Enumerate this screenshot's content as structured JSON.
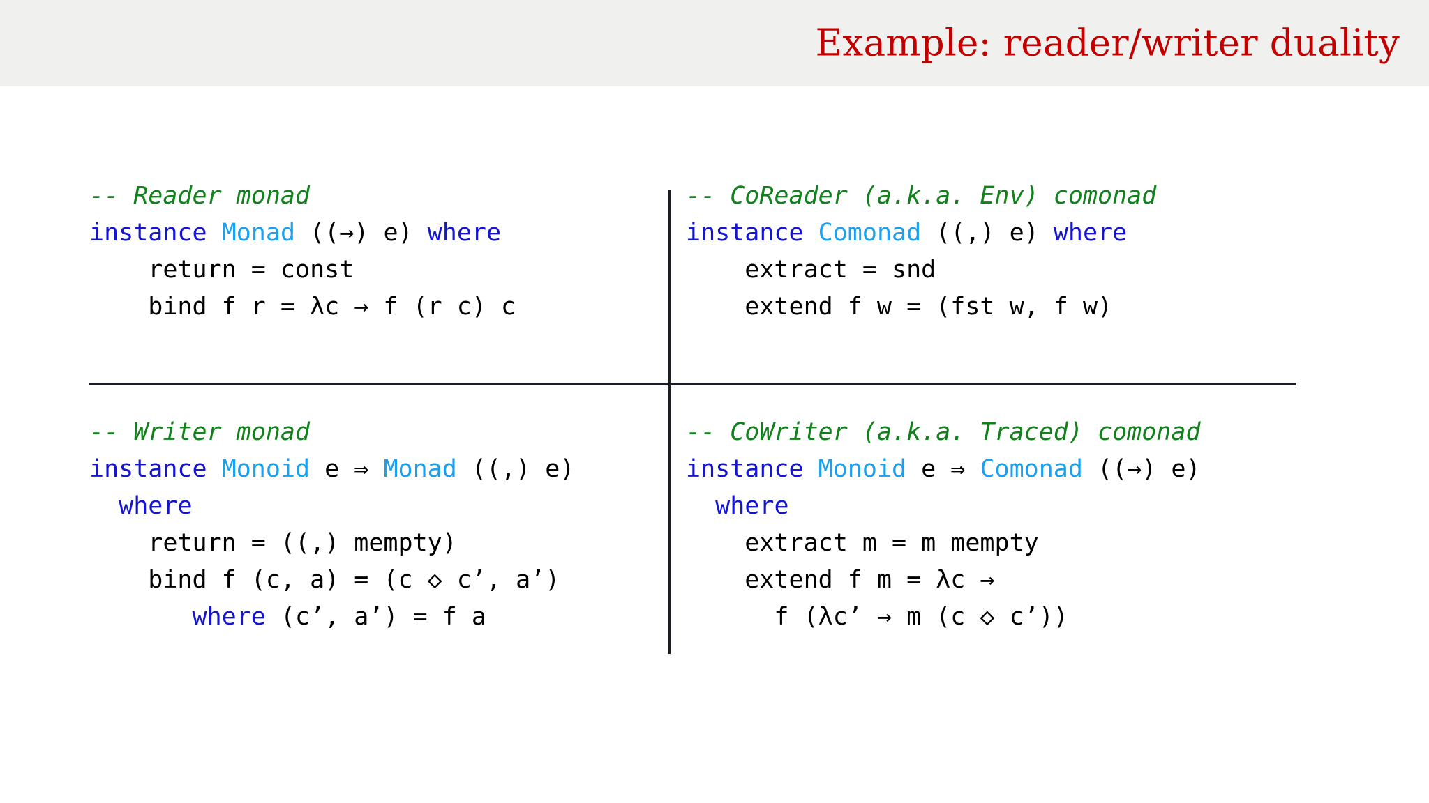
{
  "header": {
    "title": "Example: reader/writer duality",
    "background_color": "#f0f0ef",
    "title_color": "#c20000"
  },
  "colors": {
    "comment": "#11821b",
    "keyword": "#1414d2",
    "type": "#19a0f0",
    "plain": "#000000",
    "rule": "#1c1c22",
    "page_background": "#ffffff"
  },
  "quadrants": [
    {
      "id": "reader",
      "name": "Reader monad",
      "position": "top-left",
      "lines": [
        [
          {
            "t": "-- Reader monad",
            "c": "comment"
          }
        ],
        [
          {
            "t": "instance ",
            "c": "keyword"
          },
          {
            "t": "Monad",
            "c": "type"
          },
          {
            "t": " ((→) e) ",
            "c": "plain"
          },
          {
            "t": "where",
            "c": "keyword"
          }
        ],
        [
          {
            "t": "    return = const",
            "c": "plain"
          }
        ],
        [
          {
            "t": "    bind f r = λc → f (r c) c",
            "c": "plain"
          }
        ]
      ]
    },
    {
      "id": "coreader",
      "name": "CoReader (a.k.a. Env) comonad",
      "position": "top-right",
      "lines": [
        [
          {
            "t": "-- CoReader (a.k.a. Env) comonad",
            "c": "comment"
          }
        ],
        [
          {
            "t": "instance ",
            "c": "keyword"
          },
          {
            "t": "Comonad",
            "c": "type"
          },
          {
            "t": " ((,) e) ",
            "c": "plain"
          },
          {
            "t": "where",
            "c": "keyword"
          }
        ],
        [
          {
            "t": "    extract = snd",
            "c": "plain"
          }
        ],
        [
          {
            "t": "    extend f w = (fst w, f w)",
            "c": "plain"
          }
        ]
      ]
    },
    {
      "id": "writer",
      "name": "Writer monad",
      "position": "bottom-left",
      "lines": [
        [
          {
            "t": "-- Writer monad",
            "c": "comment"
          }
        ],
        [
          {
            "t": "instance ",
            "c": "keyword"
          },
          {
            "t": "Monoid",
            "c": "type"
          },
          {
            "t": " e ⇒ ",
            "c": "plain"
          },
          {
            "t": "Monad",
            "c": "type"
          },
          {
            "t": " ((,) e)",
            "c": "plain"
          }
        ],
        [
          {
            "t": "  ",
            "c": "plain"
          },
          {
            "t": "where",
            "c": "keyword"
          }
        ],
        [
          {
            "t": "    return = ((,) mempty)",
            "c": "plain"
          }
        ],
        [
          {
            "t": "    bind f (c, a) = (c ◇ c’, a’)",
            "c": "plain"
          }
        ],
        [
          {
            "t": "       ",
            "c": "plain"
          },
          {
            "t": "where",
            "c": "keyword"
          },
          {
            "t": " (c’, a’) = f a",
            "c": "plain"
          }
        ]
      ]
    },
    {
      "id": "cowriter",
      "name": "CoWriter (a.k.a. Traced) comonad",
      "position": "bottom-right",
      "lines": [
        [
          {
            "t": "-- CoWriter (a.k.a. Traced) comonad",
            "c": "comment"
          }
        ],
        [
          {
            "t": "instance ",
            "c": "keyword"
          },
          {
            "t": "Monoid",
            "c": "type"
          },
          {
            "t": " e ⇒ ",
            "c": "plain"
          },
          {
            "t": "Comonad",
            "c": "type"
          },
          {
            "t": " ((→) e)",
            "c": "plain"
          }
        ],
        [
          {
            "t": "  ",
            "c": "plain"
          },
          {
            "t": "where",
            "c": "keyword"
          }
        ],
        [
          {
            "t": "    extract m = m mempty",
            "c": "plain"
          }
        ],
        [
          {
            "t": "    extend f m = λc →",
            "c": "plain"
          }
        ],
        [
          {
            "t": "      f (λc’ → m (c ◇ c’))",
            "c": "plain"
          }
        ]
      ]
    }
  ]
}
